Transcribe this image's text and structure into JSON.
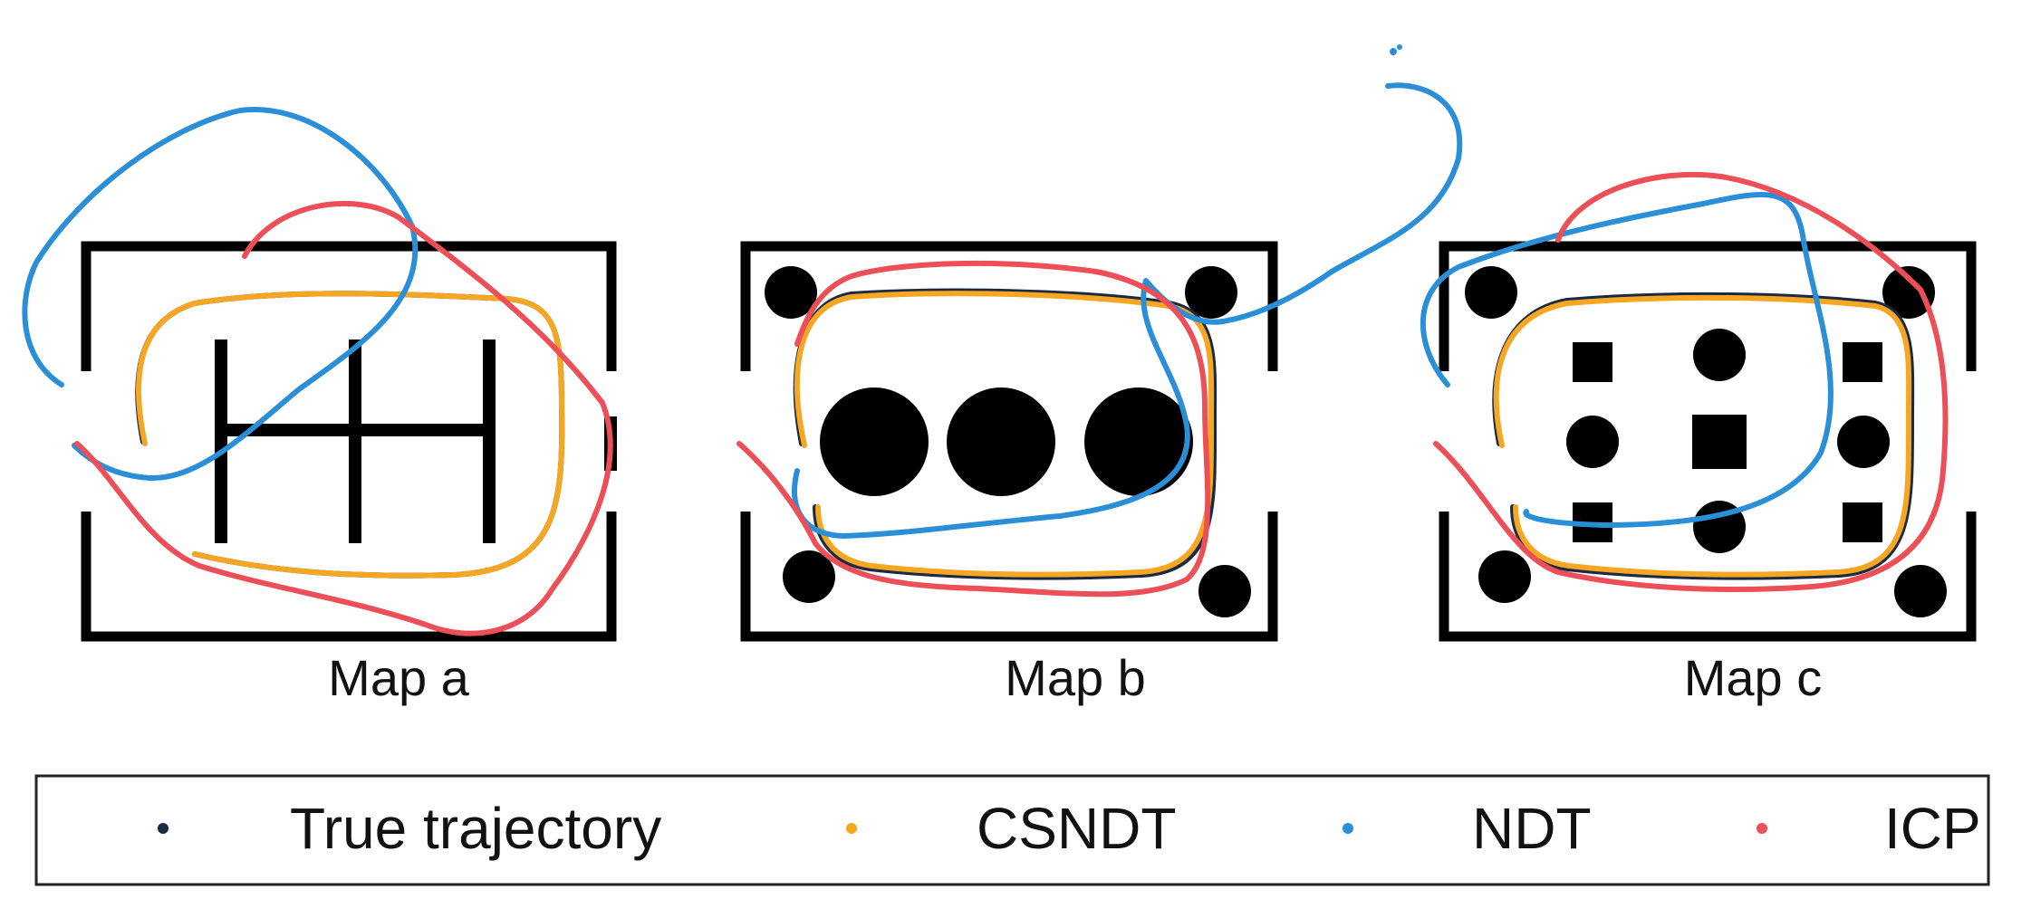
{
  "colors": {
    "true_trajectory": "#1a2a44",
    "csndt": "#f5a623",
    "ndt": "#2a8fd6",
    "icp": "#ec4f57",
    "walls": "#000000"
  },
  "maps": [
    {
      "label": "Map a"
    },
    {
      "label": "Map b"
    },
    {
      "label": "Map c"
    }
  ],
  "legend": {
    "items": [
      {
        "label": "True trajectory",
        "color": "#1a2a44"
      },
      {
        "label": "CSNDT",
        "color": "#f5a623"
      },
      {
        "label": "NDT",
        "color": "#2a8fd6"
      },
      {
        "label": "ICP",
        "color": "#ec4f57"
      }
    ]
  }
}
